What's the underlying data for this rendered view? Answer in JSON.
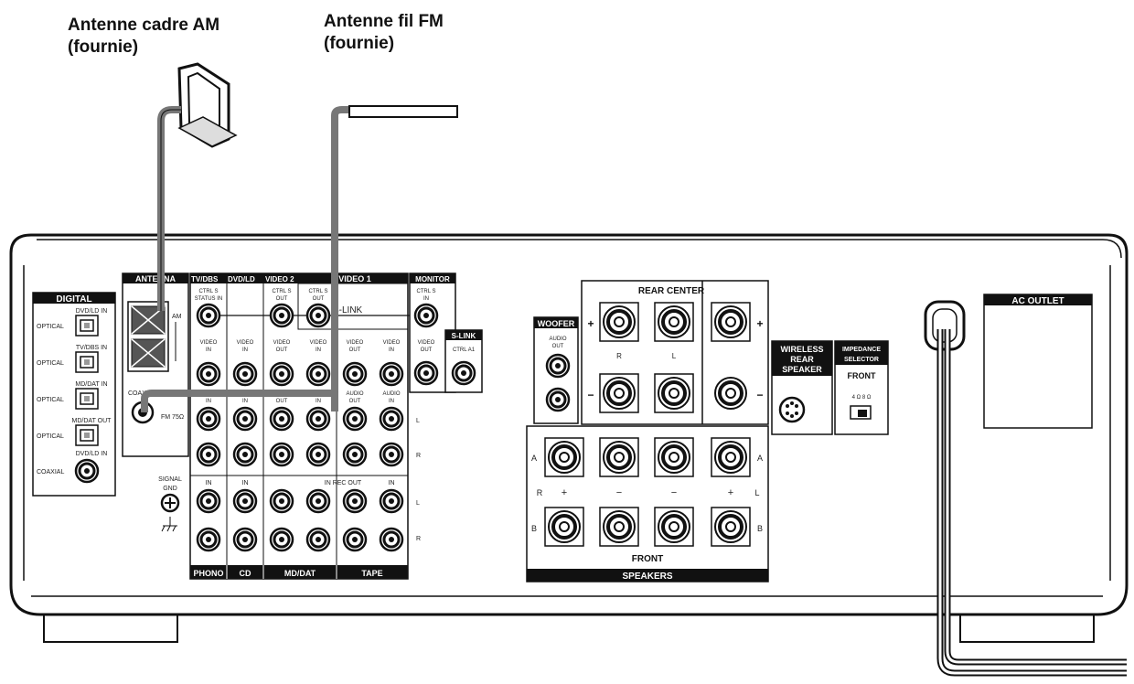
{
  "callouts": {
    "am": {
      "line1": "Antenne cadre AM",
      "line2": "(fournie)"
    },
    "fm": {
      "line1": "Antenne fil FM",
      "line2": "(fournie)"
    }
  },
  "digital": {
    "title": "DIGITAL",
    "rows": [
      {
        "in": "DVD/LD  IN",
        "type": "OPTICAL"
      },
      {
        "in": "TV/DBS  IN",
        "type": "OPTICAL"
      },
      {
        "in": "MD/DAT  IN",
        "type": "OPTICAL"
      },
      {
        "in": "MD/DAT  OUT",
        "type": "OPTICAL"
      }
    ],
    "coax_in": "DVD/LD  IN",
    "coax_type": "COAXIAL"
  },
  "antenna": {
    "title": "ANTENNA",
    "am": "AM",
    "coax": "COAXIAL",
    "fm_ohm": "FM 75Ω"
  },
  "ground": {
    "label1": "SIGNAL",
    "label2": "GND"
  },
  "sources": {
    "tvdbs": "TV/DBS",
    "dvdld": "DVD/LD",
    "video2": "VIDEO 2",
    "video1": "VIDEO 1",
    "monitor": "MONITOR",
    "slink_box": "S-LINK",
    "slink_label": "S-LINK",
    "ctrl_s_in": "CTRL S",
    "ctrl_s_status": "STATUS IN",
    "ctrl_s_out": "OUT",
    "ctrl_s_in2": "IN",
    "ctrl_a1": "CTRL A1",
    "video_in": "VIDEO",
    "video_in2": "IN",
    "video_out2": "OUT",
    "audio": "AUDIO",
    "audio_in": "IN",
    "audio_out": "OUT",
    "l": "L",
    "r": "R",
    "phono": "PHONO",
    "cd": "CD",
    "mddat": "MD/DAT",
    "tape": "TAPE",
    "in": "IN",
    "in_rec_out": "IN REC OUT",
    "rec_out": "REC OUT"
  },
  "woofer": {
    "title": "WOOFER",
    "audio": "AUDIO",
    "out": "OUT"
  },
  "rear_center": {
    "title": "REAR CENTER",
    "r": "R",
    "l": "L",
    "plus": "+",
    "minus": "−"
  },
  "speakers": {
    "front": "FRONT",
    "title": "SPEAKERS",
    "a": "A",
    "b": "B",
    "r": "R",
    "l": "L",
    "plus": "+",
    "minus": "−"
  },
  "wireless": {
    "l1": "WIRELESS",
    "l2": "REAR",
    "l3": "SPEAKER"
  },
  "impedance": {
    "l1": "IMPEDANCE",
    "l2": "SELECTOR",
    "front": "FRONT",
    "ohm": "4 Ω    8 Ω"
  },
  "ac_outlet": {
    "title": "AC OUTLET"
  }
}
